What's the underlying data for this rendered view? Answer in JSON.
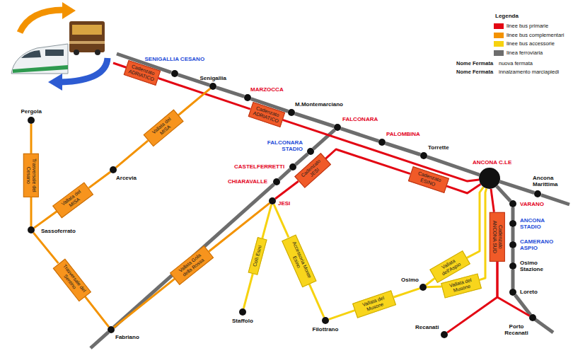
{
  "diagram": {
    "nodes": [
      {
        "text": [
          "SENIGALLIA CESANO"
        ]
      },
      {
        "text": [
          "Senigallia"
        ]
      },
      {
        "text": [
          "MARZOCCA"
        ]
      },
      {
        "text": [
          "M.Montemarciano"
        ]
      },
      {
        "text": [
          "FALCONARA"
        ]
      },
      {
        "text": [
          "PALOMBINA"
        ]
      },
      {
        "text": [
          "Torrette"
        ]
      },
      {
        "text": [
          "ANCONA C.LE"
        ]
      },
      {
        "text": [
          "Ancona Marittima"
        ]
      },
      {
        "text": [
          "Pergola"
        ]
      },
      {
        "text": [
          "Arcevia"
        ]
      },
      {
        "text": [
          "Sassoferrato"
        ]
      },
      {
        "text": [
          "FALCONARA STADIO"
        ]
      },
      {
        "text": [
          "CASTELFERRETTI"
        ]
      },
      {
        "text": [
          "CHIARAVALLE"
        ]
      },
      {
        "text": [
          "JESI"
        ]
      },
      {
        "text": [
          "VARANO"
        ]
      },
      {
        "text": [
          "ANCONA STADIO"
        ]
      },
      {
        "text": [
          "CAMERANO ASPIO"
        ]
      },
      {
        "text": [
          "Osimo Stazione"
        ]
      },
      {
        "text": [
          "Osimo"
        ]
      },
      {
        "text": [
          "Loreto"
        ]
      },
      {
        "text": [
          "Staffolo"
        ]
      },
      {
        "text": [
          "Filottrano"
        ]
      },
      {
        "text": [
          "Fabriano"
        ]
      },
      {
        "text": [
          "Recanati"
        ]
      },
      {
        "text": [
          "Porto Recanati"
        ]
      },
      {
        "text": [
          "Cadenzato ADRIATICO"
        ]
      },
      {
        "text": [
          "Cadenzato ADRIATICO"
        ]
      },
      {
        "text": [
          "Vallata del MISA"
        ]
      },
      {
        "text": [
          "Vallata del MISA"
        ]
      },
      {
        "text": [
          "Trasversale del Cesano"
        ]
      },
      {
        "text": [
          "Cadenzato JESI"
        ]
      },
      {
        "text": [
          "Cadenzato ESINO"
        ]
      },
      {
        "text": [
          "Cadenzato ANCONA SUD"
        ]
      },
      {
        "text": [
          "Colli Esini"
        ]
      },
      {
        "text": [
          "Accessoria Monte Esino"
        ]
      },
      {
        "text": [
          "Vallata del Musone"
        ]
      },
      {
        "text": [
          "Vallata dell'Aspio"
        ]
      },
      {
        "text": [
          "Vallata del Musone"
        ]
      },
      {
        "text": [
          "Vallata Gola della Rossa"
        ]
      },
      {
        "text": [
          "Trasversale del Sentino"
        ]
      }
    ],
    "edges": [
      {
        "from": 0,
        "to": 1,
        "arrow": "none"
      },
      {
        "from": 1,
        "to": 2,
        "arrow": "none"
      },
      {
        "from": 2,
        "to": 3,
        "arrow": "none"
      },
      {
        "from": 3,
        "to": 4,
        "arrow": "none"
      },
      {
        "from": 4,
        "to": 5,
        "arrow": "none"
      },
      {
        "from": 5,
        "to": 6,
        "arrow": "none"
      },
      {
        "from": 6,
        "to": 7,
        "arrow": "none"
      },
      {
        "from": 7,
        "to": 8,
        "arrow": "none"
      },
      {
        "from": 4,
        "to": 12,
        "arrow": "none"
      },
      {
        "from": 12,
        "to": 13,
        "arrow": "none"
      },
      {
        "from": 13,
        "to": 14,
        "arrow": "none"
      },
      {
        "from": 14,
        "to": 24,
        "arrow": "none"
      },
      {
        "from": 7,
        "to": 16,
        "arrow": "none"
      },
      {
        "from": 16,
        "to": 17,
        "arrow": "none"
      },
      {
        "from": 17,
        "to": 18,
        "arrow": "none"
      },
      {
        "from": 18,
        "to": 19,
        "arrow": "none"
      },
      {
        "from": 19,
        "to": 21,
        "arrow": "none"
      },
      {
        "from": 21,
        "to": 26,
        "arrow": "none"
      },
      {
        "from": 27,
        "to": 28,
        "arrow": "none"
      },
      {
        "from": 28,
        "to": 7,
        "arrow": "none"
      },
      {
        "from": 15,
        "to": 32,
        "arrow": "none"
      },
      {
        "from": 32,
        "to": 33,
        "arrow": "none"
      },
      {
        "from": 33,
        "to": 7,
        "arrow": "none"
      },
      {
        "from": 7,
        "to": 34,
        "arrow": "none"
      },
      {
        "from": 34,
        "to": 25,
        "arrow": "none"
      },
      {
        "from": 34,
        "to": 26,
        "arrow": "none"
      },
      {
        "from": 9,
        "to": 31,
        "arrow": "none"
      },
      {
        "from": 31,
        "to": 11,
        "arrow": "none"
      },
      {
        "from": 11,
        "to": 30,
        "arrow": "none"
      },
      {
        "from": 30,
        "to": 10,
        "arrow": "none"
      },
      {
        "from": 10,
        "to": 29,
        "arrow": "none"
      },
      {
        "from": 29,
        "to": 1,
        "arrow": "none"
      },
      {
        "from": 11,
        "to": 41,
        "arrow": "none"
      },
      {
        "from": 41,
        "to": 24,
        "arrow": "none"
      },
      {
        "from": 24,
        "to": 40,
        "arrow": "none"
      },
      {
        "from": 40,
        "to": 15,
        "arrow": "none"
      },
      {
        "from": 15,
        "to": 35,
        "arrow": "none"
      },
      {
        "from": 35,
        "to": 22,
        "arrow": "none"
      },
      {
        "from": 15,
        "to": 36,
        "arrow": "none"
      },
      {
        "from": 36,
        "to": 23,
        "arrow": "none"
      },
      {
        "from": 23,
        "to": 37,
        "arrow": "none"
      },
      {
        "from": 37,
        "to": 20,
        "arrow": "none"
      },
      {
        "from": 20,
        "to": 38,
        "arrow": "none"
      },
      {
        "from": 38,
        "to": 7,
        "arrow": "none"
      },
      {
        "from": 20,
        "to": 39,
        "arrow": "none"
      },
      {
        "from": 39,
        "to": 7,
        "arrow": "none"
      }
    ],
    "labels": [
      "Legenda",
      "Nome Fermata",
      "nuova fermata",
      "Nome Fermata",
      "innalzamento marciapiedi"
    ],
    "legend": [
      {
        "text": "linee bus primarie",
        "color": "#e30613"
      },
      {
        "text": "linee bus complementari",
        "color": "#f39200"
      },
      {
        "text": "linee bus accessorie",
        "color": "#f6d20f"
      },
      {
        "text": "linea ferroviaria",
        "color": "#6d6d6d"
      }
    ]
  }
}
